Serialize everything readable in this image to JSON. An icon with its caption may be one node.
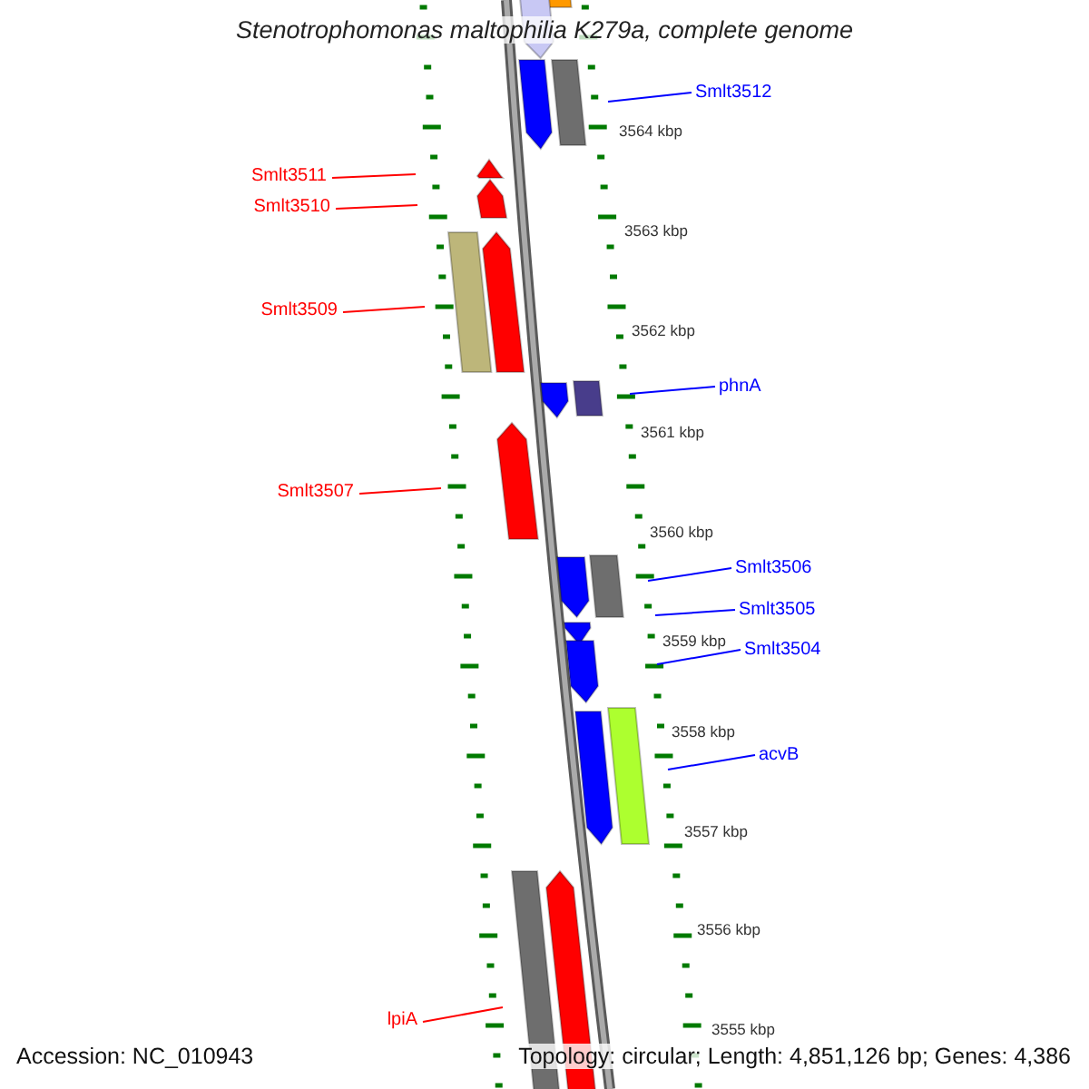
{
  "diagram": {
    "title": "Stenotrophomonas maltophilia K279a, complete genome",
    "nodes": [
      {
        "text": [
          "Smlt3512"
        ]
      },
      {
        "text": [
          "Smlt3511"
        ]
      },
      {
        "text": [
          "Smlt3510"
        ]
      },
      {
        "text": [
          "Smlt3509"
        ]
      },
      {
        "text": [
          "phnA"
        ]
      },
      {
        "text": [
          "Smlt3507"
        ]
      },
      {
        "text": [
          "Smlt3506"
        ]
      },
      {
        "text": [
          "Smlt3505"
        ]
      },
      {
        "text": [
          "Smlt3504"
        ]
      },
      {
        "text": [
          "acvB"
        ]
      },
      {
        "text": [
          "lpiA"
        ]
      }
    ],
    "edges": [
      {
        "from": 0,
        "to": null,
        "arrow": "none"
      },
      {
        "from": 1,
        "to": null,
        "arrow": "none",
        "color": "#ff0000"
      },
      {
        "from": 2,
        "to": null,
        "arrow": "none",
        "color": "#ff0000"
      },
      {
        "from": 3,
        "to": null,
        "arrow": "none",
        "color": "#ff0000"
      },
      {
        "from": 4,
        "to": null,
        "arrow": "none"
      },
      {
        "from": 5,
        "to": null,
        "arrow": "none",
        "color": "#ff0000"
      },
      {
        "from": 6,
        "to": null,
        "arrow": "none"
      },
      {
        "from": 7,
        "to": null,
        "arrow": "none"
      },
      {
        "from": 8,
        "to": null,
        "arrow": "none"
      },
      {
        "from": 9,
        "to": null,
        "arrow": "none"
      },
      {
        "from": 10,
        "to": null,
        "arrow": "none",
        "color": "#ff0000"
      }
    ],
    "labels": [
      "3564 kbp",
      "3563 kbp",
      "3562 kbp",
      "3561 kbp",
      "3560 kbp",
      "3559 kbp",
      "3558 kbp",
      "3557 kbp",
      "3556 kbp",
      "3555 kbp",
      "Accession: NC_010943",
      "Topology: circular; Length: 4,851,126 bp; Genes: 4,386"
    ]
  }
}
